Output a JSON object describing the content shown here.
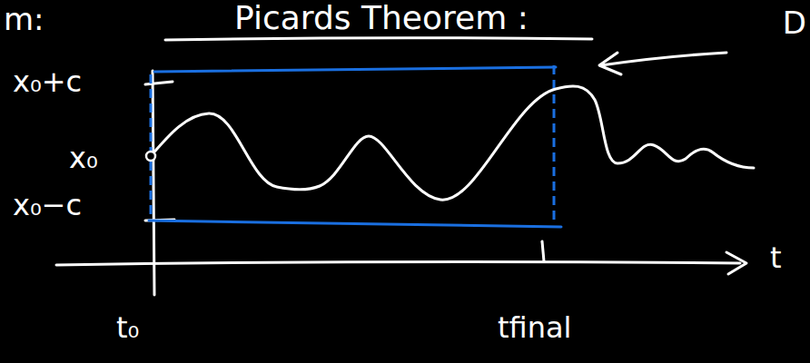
{
  "diagram": {
    "title": "Picards Theorem :",
    "labels": [
      "m:",
      "D",
      "x₀+c",
      "x₀",
      "x₀−c",
      "t",
      "t₀",
      "tfinal"
    ]
  }
}
